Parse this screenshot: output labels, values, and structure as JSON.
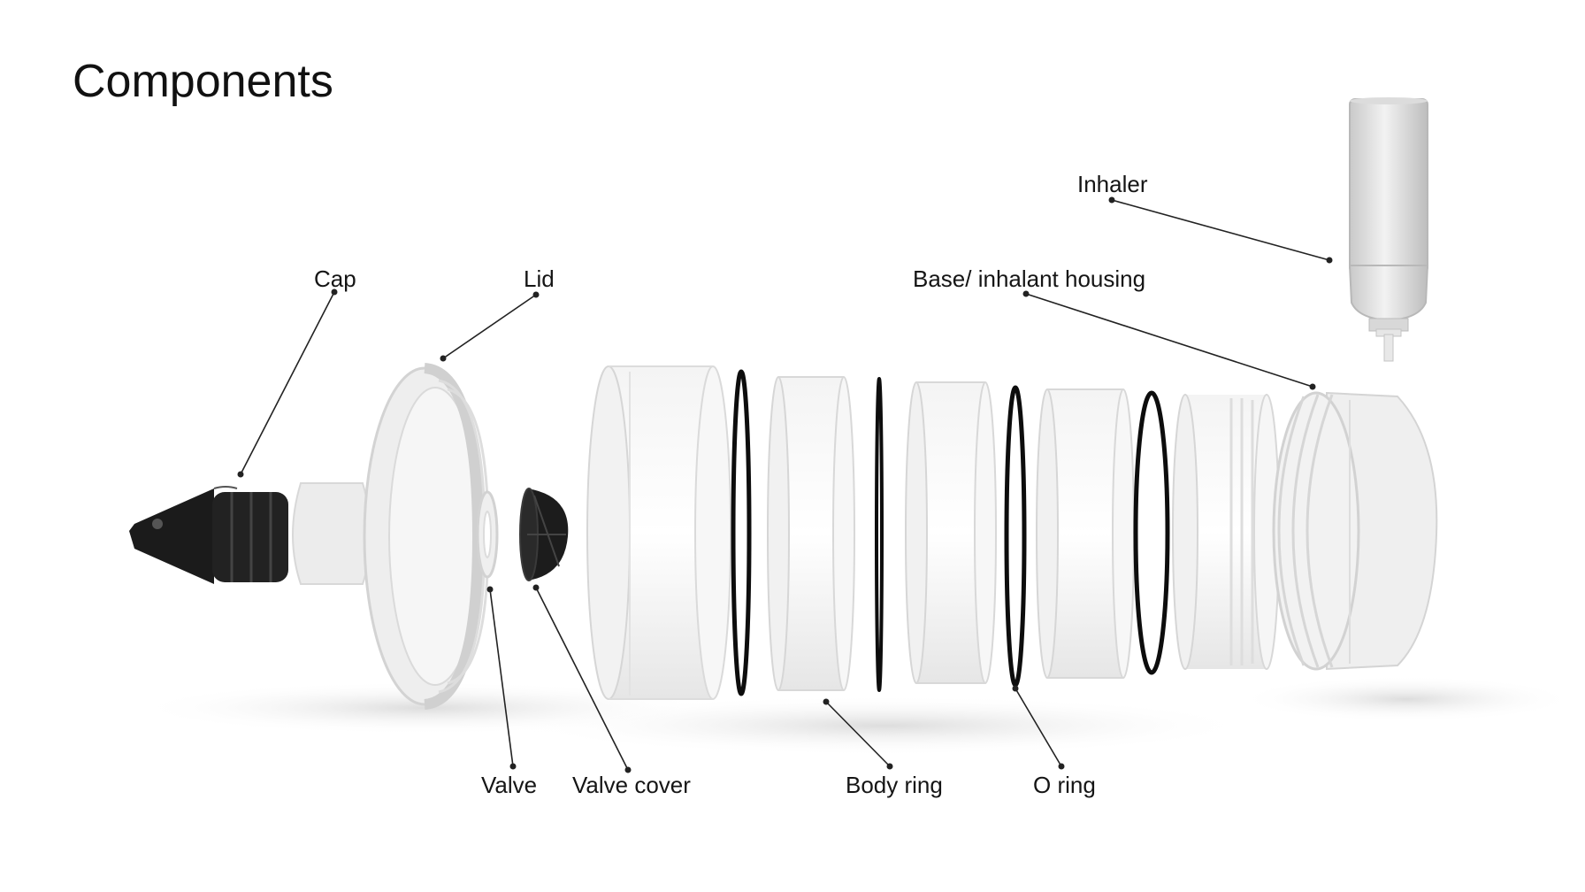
{
  "slide": {
    "title": "Components"
  },
  "labels": {
    "cap": "Cap",
    "lid": "Lid",
    "inhaler": "Inhaler",
    "base": "Base/ inhalant housing",
    "valve": "Valve",
    "valve_cover": "Valve cover",
    "body_ring": "Body ring",
    "o_ring": "O ring"
  },
  "colors": {
    "text": "#151515",
    "leader": "#222222",
    "dark_part": "#1c1c1c",
    "translucent_part": "#eeeeee",
    "o_ring": "#0d0d0d",
    "background": "#ffffff"
  }
}
